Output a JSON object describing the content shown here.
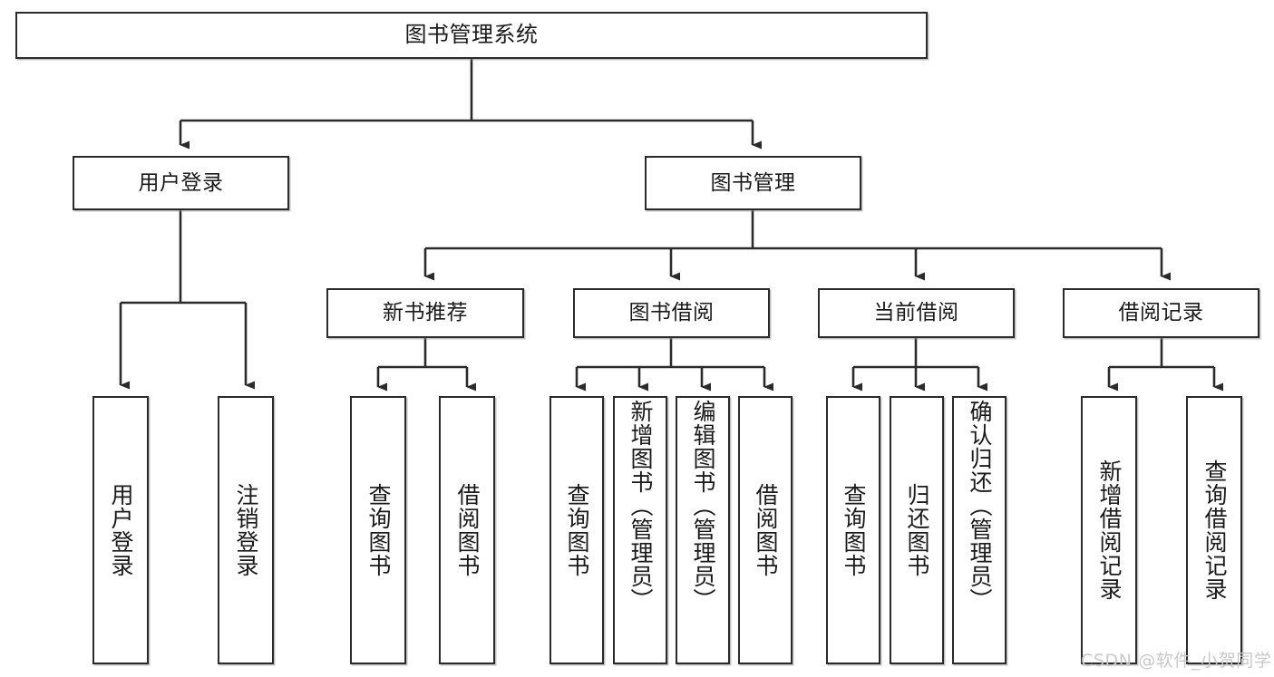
{
  "diagram": {
    "title": "图书管理系统",
    "type": "tree",
    "colors": {
      "background": "#ffffff",
      "node_border": "#2b2b2b",
      "node_fill": "#ffffff",
      "edge": "#2b2b2b",
      "text": "#1a1a1a",
      "watermark": "#c9c9c9"
    },
    "root": {
      "label": "图书管理系统"
    },
    "level2": [
      {
        "id": "user-login",
        "label": "用户登录"
      },
      {
        "id": "book-management",
        "label": "图书管理"
      }
    ],
    "level3": [
      {
        "id": "new-book-recommend",
        "label": "新书推荐"
      },
      {
        "id": "book-borrow",
        "label": "图书借阅"
      },
      {
        "id": "current-borrow",
        "label": "当前借阅"
      },
      {
        "id": "borrow-record",
        "label": "借阅记录"
      }
    ],
    "leaves": {
      "user-login": [
        {
          "id": "leaf-user-login",
          "label": "用户登录"
        },
        {
          "id": "leaf-user-logout",
          "label": "注销登录"
        }
      ],
      "new-book-recommend": [
        {
          "id": "leaf-query-book-1",
          "label": "查询图书"
        },
        {
          "id": "leaf-borrow-book-1",
          "label": "借阅图书"
        }
      ],
      "book-borrow": [
        {
          "id": "leaf-query-book-2",
          "label": "查询图书"
        },
        {
          "id": "leaf-add-book",
          "label": "新增图书（管理员）"
        },
        {
          "id": "leaf-edit-book",
          "label": "编辑图书（管理员）"
        },
        {
          "id": "leaf-borrow-book-2",
          "label": "借阅图书"
        }
      ],
      "current-borrow": [
        {
          "id": "leaf-query-book-3",
          "label": "查询图书"
        },
        {
          "id": "leaf-return-book",
          "label": "归还图书"
        },
        {
          "id": "leaf-confirm-return",
          "label": "确认归还（管理员）"
        }
      ],
      "borrow-record": [
        {
          "id": "leaf-add-record",
          "label": "新增借阅记录"
        },
        {
          "id": "leaf-query-record",
          "label": "查询借阅记录"
        }
      ]
    }
  },
  "watermark": {
    "text": "CSDN @软件_小贺同学"
  }
}
